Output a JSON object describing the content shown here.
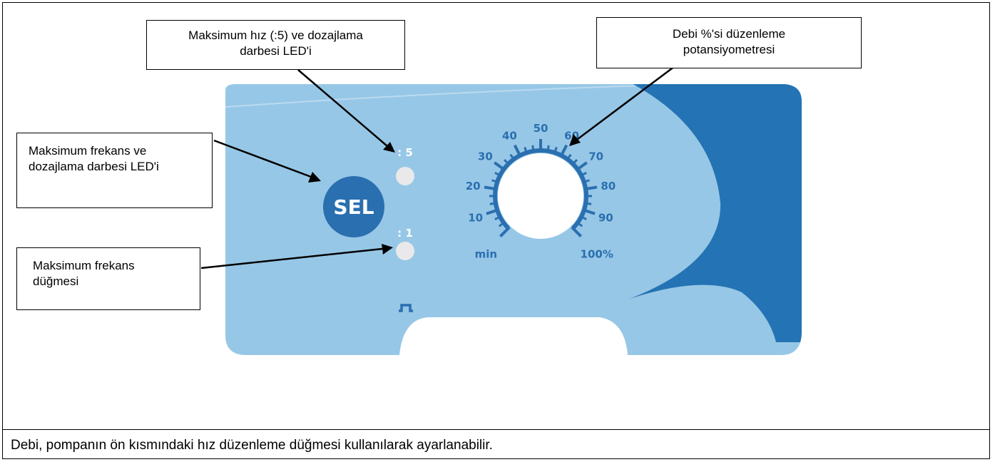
{
  "callouts": {
    "led_max_speed": [
      "Maksimum hız (:5) ve dozajlama",
      "darbesi LED'i"
    ],
    "potentiometer": [
      "Debi %'si düzenleme",
      "potansiyometresi"
    ],
    "led_max_frequency": [
      "Maksimum frekans ve",
      "dozajlama darbesi LED'i"
    ],
    "max_frequency_button": [
      "Maksimum frekans",
      "düğmesi"
    ]
  },
  "panel": {
    "sel_label": "SEL",
    "led_top_label": ": 5",
    "led_bottom_label": ": 1",
    "pulse_symbol": "pulse-icon",
    "dial_labels": [
      "min",
      "10",
      "20",
      "30",
      "40",
      "50",
      "60",
      "70",
      "80",
      "90",
      "100%"
    ],
    "colors": {
      "panel_light": "#97c7e6",
      "panel_dark": "#2473b4",
      "sel_button": "#2a6fb0",
      "dial_text": "#2a6fb0",
      "led": "#e9e9ec"
    }
  },
  "caption": "Debi, pompanın ön kısmındaki hız düzenleme düğmesi kullanılarak ayarlanabilir."
}
